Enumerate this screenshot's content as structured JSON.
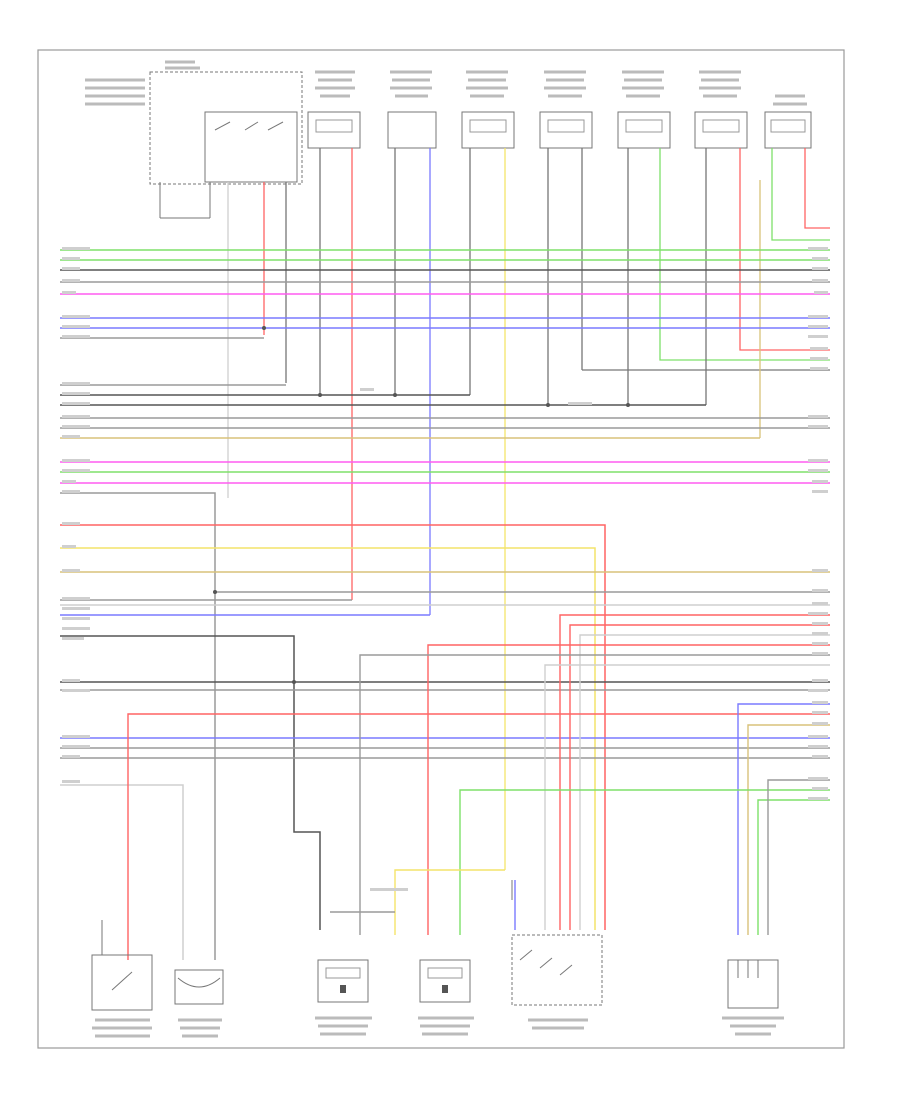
{
  "diagram": {
    "footer_code": "",
    "colors": {
      "green": "#7ee06a",
      "black": "#555555",
      "gray": "#9a9a9a",
      "pink": "#ff5cf0",
      "blue": "#7a7aff",
      "red": "#ff6464",
      "yellow": "#f4e46a",
      "tan": "#d8c27a",
      "light": "#cfcfcf"
    },
    "top_components": [
      {
        "id": "relay-top",
        "title": "",
        "code": ""
      },
      {
        "id": "lf-tweeter",
        "title": "",
        "code": ""
      },
      {
        "id": "lr-door",
        "title": "",
        "code": ""
      },
      {
        "id": "lr-speaker",
        "title": "",
        "code": ""
      },
      {
        "id": "rf-door",
        "title": "",
        "code": ""
      },
      {
        "id": "rf-tweeter",
        "title": "",
        "code": ""
      },
      {
        "id": "rr-speaker",
        "title": "",
        "code": ""
      },
      {
        "id": "sub",
        "title": "",
        "code": ""
      }
    ],
    "bottom_components": [
      {
        "id": "switch-left"
      },
      {
        "id": "thermo-sensor"
      },
      {
        "id": "motor-sensor-a"
      },
      {
        "id": "motor-sensor-b"
      },
      {
        "id": "multi-switch"
      },
      {
        "id": "pressure-sensor"
      }
    ],
    "wires": [
      {
        "color": "green"
      },
      {
        "color": "green"
      },
      {
        "color": "black"
      },
      {
        "color": "black"
      },
      {
        "color": "gray"
      },
      {
        "color": "pink"
      },
      {
        "color": "blue"
      },
      {
        "color": "blue"
      },
      {
        "color": "gray"
      },
      {
        "color": "black"
      },
      {
        "color": "black"
      },
      {
        "color": "gray"
      },
      {
        "color": "gray"
      },
      {
        "color": "tan"
      },
      {
        "color": "pink"
      },
      {
        "color": "green"
      },
      {
        "color": "pink"
      },
      {
        "color": "red"
      },
      {
        "color": "yellow"
      },
      {
        "color": "tan"
      },
      {
        "color": "blue"
      },
      {
        "color": "black"
      },
      {
        "color": "gray"
      },
      {
        "color": "blue"
      },
      {
        "color": "gray"
      },
      {
        "color": "green"
      },
      {
        "color": "tan"
      }
    ]
  }
}
